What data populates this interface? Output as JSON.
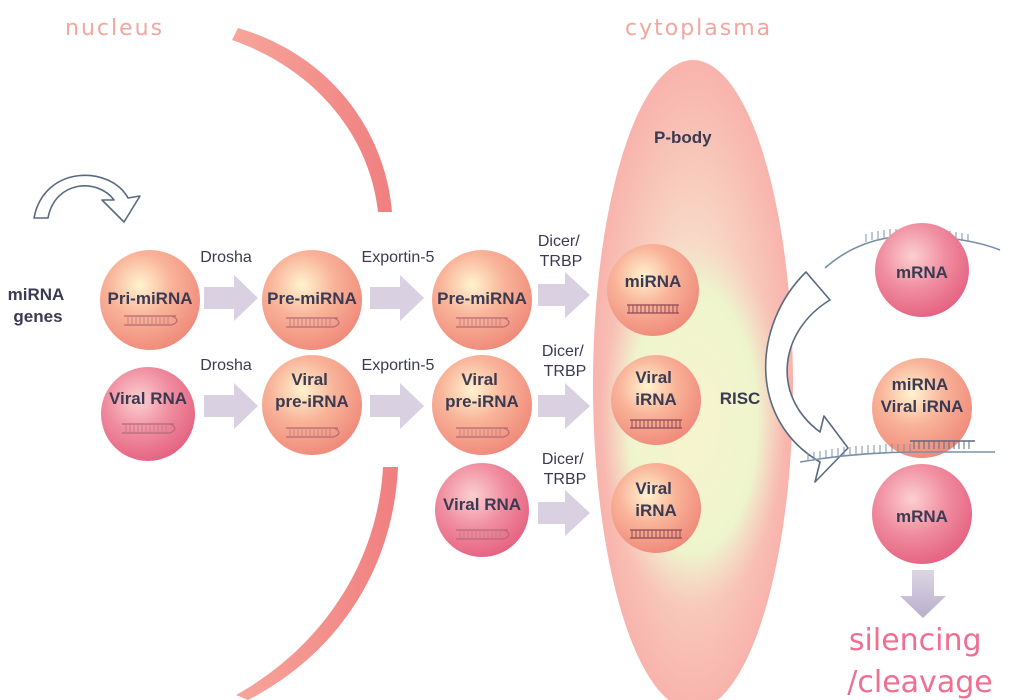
{
  "colors": {
    "membrane": "#f4928c",
    "region_text": "#f2a6a0",
    "outcome_text": "#ef6f91",
    "node_text": "#3a3a52",
    "arrow_fill": "#d9d0e2",
    "pbody_outer": "#fbcfc6",
    "pbody_inner": "#f0f5cf"
  },
  "regions": {
    "nucleus": "nucleus",
    "cytoplasm": "cytoplasma",
    "p_body": "P-body"
  },
  "genes": {
    "line1": "miRNA",
    "line2": "genes"
  },
  "row1": {
    "pri_mirna": "Pri-miRNA",
    "drosha": "Drosha",
    "pre_mirna_nucleus": "Pre-miRNA",
    "exportin": "Exportin-5",
    "pre_mirna_cyto": "Pre-miRNA",
    "dicer_line1": "Dicer/",
    "dicer_line2": "TRBP",
    "mirna": "miRNA"
  },
  "row2": {
    "viral_rna": "Viral RNA",
    "drosha": "Drosha",
    "viral_pre_nucleus_line1": "Viral",
    "viral_pre_nucleus_line2": "pre-iRNA",
    "exportin": "Exportin-5",
    "viral_pre_cyto_line1": "Viral",
    "viral_pre_cyto_line2": "pre-iRNA",
    "dicer_line1": "Dicer/",
    "dicer_line2": "TRBP",
    "viral_irna_line1": "Viral",
    "viral_irna_line2": "iRNA"
  },
  "row3": {
    "viral_rna": "Viral RNA",
    "dicer_line1": "Dicer/",
    "dicer_line2": "TRBP",
    "viral_irna_line1": "Viral",
    "viral_irna_line2": "iRNA"
  },
  "risc": "RISC",
  "targets": {
    "mrna_top": "mRNA",
    "complex_line1": "miRNA",
    "complex_line2": "Viral iRNA",
    "mrna_bottom": "mRNA"
  },
  "outcome": {
    "line1": "silencing",
    "line2": "/cleavage"
  }
}
